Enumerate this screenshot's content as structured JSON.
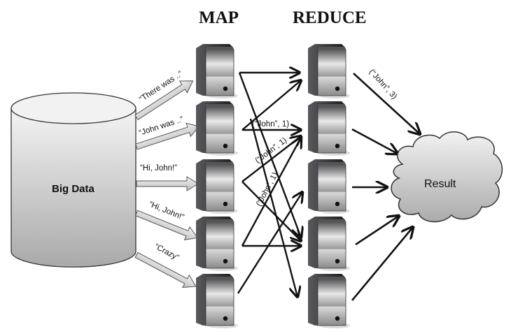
{
  "diagram": {
    "headings": {
      "map": "MAP",
      "reduce": "REDUCE"
    },
    "source": {
      "label": "Big Data",
      "icon": "database-cylinder-icon"
    },
    "result": {
      "label": "Result",
      "icon": "cloud-icon"
    },
    "input_splits": [
      "“There was ..”",
      "“John was ..”",
      "“Hi, John!”",
      "“Hi, John!”",
      "“Crazy”"
    ],
    "intermediate_pairs": [
      "(“John”, 1)",
      "(“John”, 1)",
      "(“John”, 1)"
    ],
    "final_pair": "(“John”, 3)",
    "map_servers": 5,
    "reduce_servers": 5,
    "colors": {
      "arrow": "#111111",
      "fat_arrow": "#d4d4d4",
      "server_dark": "#2b2b2e",
      "cloud": "#cfcfcf"
    }
  }
}
